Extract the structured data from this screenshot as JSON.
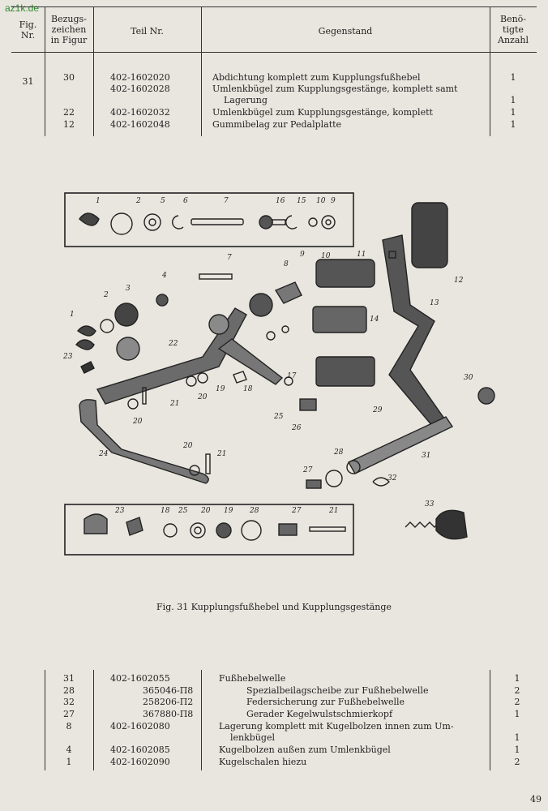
{
  "watermark": "az1k.de",
  "top_table": {
    "headers": {
      "fig": [
        "Fig.",
        "Nr."
      ],
      "bez": [
        "Bezugs-",
        "zeichen",
        "in Figur"
      ],
      "teil": "Teil Nr.",
      "gegenstand": "Gegenstand",
      "anzahl": [
        "Benö-",
        "tigte",
        "Anzahl"
      ]
    },
    "fig_nr": "31",
    "rows": [
      {
        "bez": "30",
        "teil": "402-1602020",
        "gegenstand": "Abdichtung komplett zum Kupplungsfußhebel",
        "anzahl": "1"
      },
      {
        "bez": "",
        "teil": "402-1602028",
        "gegenstand": "Umlenkbügel zum Kupplungsgestänge, komplett samt",
        "anzahl": ""
      },
      {
        "bez": "",
        "teil": "",
        "gegenstand": "Lagerung",
        "anzahl": "1"
      },
      {
        "bez": "22",
        "teil": "402-1602032",
        "gegenstand": "Umlenkbügel zum Kupplungsgestänge, komplett",
        "anzahl": "1"
      },
      {
        "bez": "12",
        "teil": "402-1602048",
        "gegenstand": "Gummibelag zur Pedalplatte",
        "anzahl": "1"
      }
    ]
  },
  "figure": {
    "caption": "Fig. 31 Kupplungsfußhebel und Kupplungsgestänge",
    "labels": [
      "1",
      "2",
      "5",
      "6",
      "7",
      "16",
      "15",
      "10",
      "9",
      "4",
      "3",
      "8",
      "11",
      "12",
      "13",
      "14",
      "22",
      "23",
      "17",
      "18",
      "19",
      "20",
      "21",
      "24",
      "25",
      "26",
      "27",
      "28",
      "29",
      "30",
      "31",
      "32",
      "33"
    ]
  },
  "bottom_table": {
    "rows": [
      {
        "bez": "31",
        "teil": "402-1602055",
        "gegenstand": "Fußhebelwelle",
        "anzahl": "1"
      },
      {
        "bez": "28",
        "teil": "365046-П8",
        "gegenstand": "Spezialbeilagscheibe zur Fußhebelwelle",
        "anzahl": "2"
      },
      {
        "bez": "32",
        "teil": "258206-П2",
        "gegenstand": "Federsicherung zur Fußhebelwelle",
        "anzahl": "2"
      },
      {
        "bez": "27",
        "teil": "367880-П8",
        "gegenstand": "Gerader Kegelwulstschmierkopf",
        "anzahl": "1"
      },
      {
        "bez": "8",
        "teil": "402-1602080",
        "gegenstand": "Lagerung komplett mit Kugelbolzen innen zum Um-",
        "anzahl": ""
      },
      {
        "bez": "",
        "teil": "",
        "gegenstand": "lenkbügel",
        "anzahl": "1"
      },
      {
        "bez": "4",
        "teil": "402-1602085",
        "gegenstand": "Kugelbolzen außen zum Umlenkbügel",
        "anzahl": "1"
      },
      {
        "bez": "1",
        "teil": "402-1602090",
        "gegenstand": "Kugelschalen hiezu",
        "anzahl": "2"
      }
    ]
  },
  "page_number": "49"
}
